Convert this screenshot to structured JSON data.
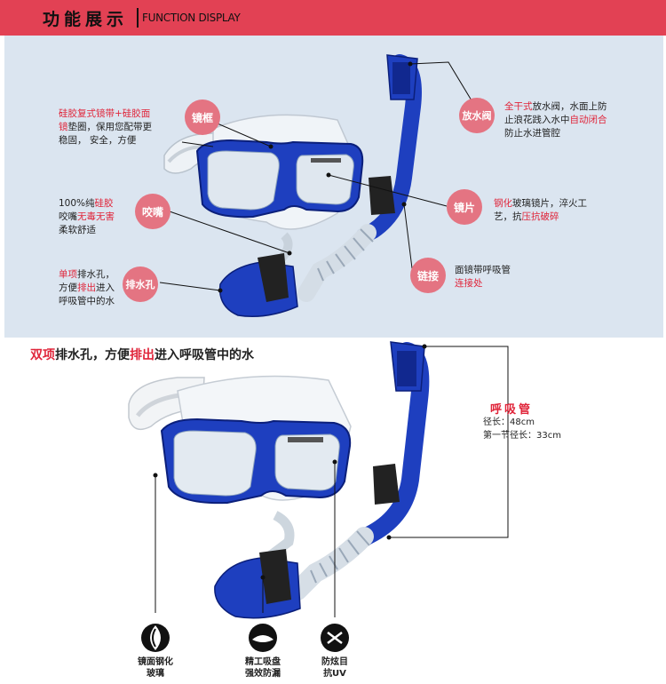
{
  "header": {
    "title_cn": "功能展示",
    "title_en": "FUNCTION DISPLAY"
  },
  "top": {
    "callouts": [
      {
        "label": "镜框",
        "lines": [
          [
            {
              "t": "硅胶复式镜带+硅胶面",
              "r": true
            }
          ],
          [
            {
              "t": "镜",
              "r": true
            },
            {
              "t": "垫圈，保用您配带更",
              "r": false
            }
          ],
          [
            {
              "t": "稳固， 安全，方便",
              "r": false
            }
          ]
        ]
      },
      {
        "label": "咬嘴",
        "lines": [
          [
            {
              "t": "100%纯",
              "r": false
            },
            {
              "t": "硅胶",
              "r": true
            }
          ],
          [
            {
              "t": "咬嘴",
              "r": false
            },
            {
              "t": "无毒无害",
              "r": true
            }
          ],
          [
            {
              "t": "柔软舒适",
              "r": false
            }
          ]
        ]
      },
      {
        "label": "排水孔",
        "lines": [
          [
            {
              "t": "单项",
              "r": true
            },
            {
              "t": "排水孔，",
              "r": false
            }
          ],
          [
            {
              "t": "方便",
              "r": false
            },
            {
              "t": "排出",
              "r": true
            },
            {
              "t": "进入",
              "r": false
            }
          ],
          [
            {
              "t": "呼吸管中的水",
              "r": false
            }
          ]
        ]
      },
      {
        "label": "放水阀",
        "lines": [
          [
            {
              "t": "全干式",
              "r": true
            },
            {
              "t": "放水阀，水面上防",
              "r": false
            }
          ],
          [
            {
              "t": "止浪花践入水中",
              "r": false
            },
            {
              "t": "自动闭合",
              "r": true
            }
          ],
          [
            {
              "t": "防止水进管腔",
              "r": false
            }
          ]
        ]
      },
      {
        "label": "镜片",
        "lines": [
          [
            {
              "t": "钢化",
              "r": true
            },
            {
              "t": "玻璃镜片，淬火工",
              "r": false
            }
          ],
          [
            {
              "t": "艺，抗",
              "r": false
            },
            {
              "t": "压抗破碎",
              "r": true
            }
          ]
        ]
      },
      {
        "label": "链接",
        "lines": [
          [
            {
              "t": "面镜带呼吸管",
              "r": false
            }
          ],
          [
            {
              "t": "连接处",
              "r": true
            }
          ]
        ]
      }
    ]
  },
  "bottom": {
    "headline": [
      {
        "t": "双项",
        "r": true
      },
      {
        "t": "排水孔，方便",
        "r": false
      },
      {
        "t": "排出",
        "r": true
      },
      {
        "t": "进入呼吸管中的水",
        "r": false
      }
    ],
    "spec_title": "呼吸管",
    "spec_length": "径长：48cm",
    "spec_first": "第一节径长：33cm",
    "features": [
      {
        "icon": "lens-icon",
        "line1": "镜面钢化",
        "line2": "玻璃"
      },
      {
        "icon": "suction-icon",
        "line1": "精工吸盘",
        "line2": "强效防漏"
      },
      {
        "icon": "uv-icon",
        "line1": "防炫目",
        "line2": "抗UV"
      }
    ]
  },
  "colors": {
    "header": "#e24154",
    "accent_red": "#e0253a",
    "circle": "#e47482",
    "panel": "#dbe5f0",
    "product_blue": "#1e3fbf"
  }
}
